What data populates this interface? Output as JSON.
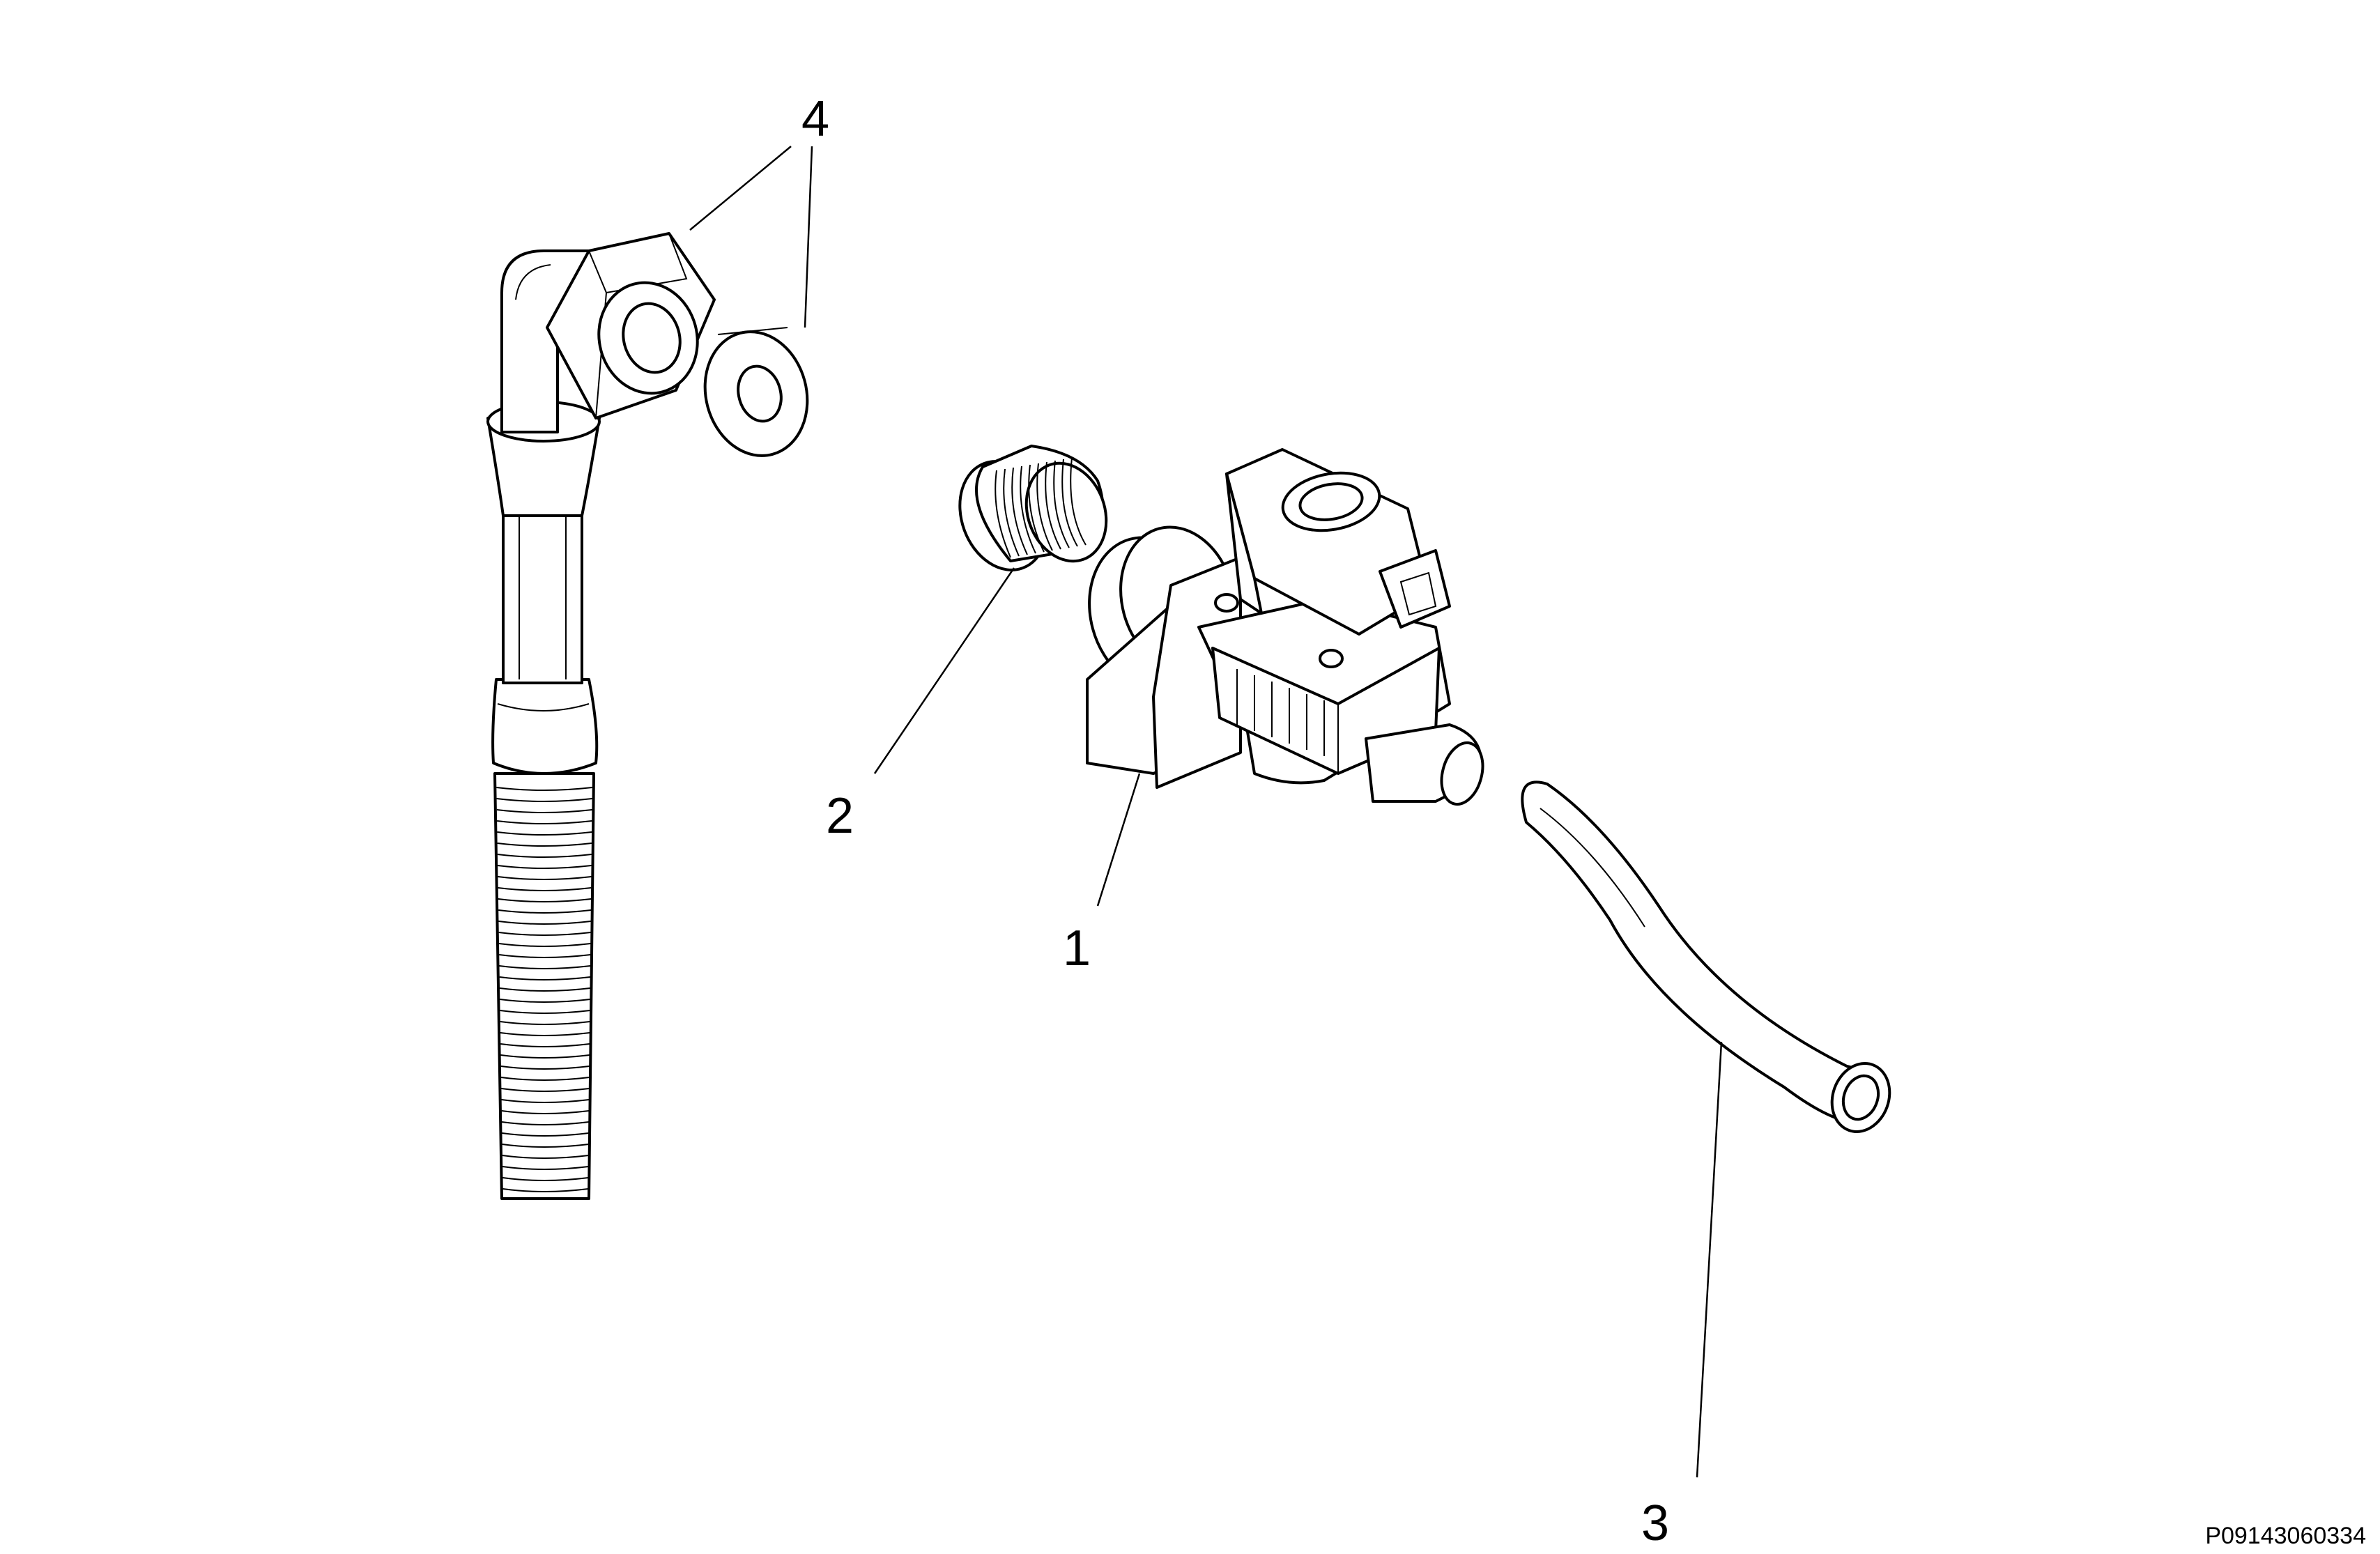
{
  "callouts": {
    "valve": "1",
    "filter": "2",
    "hose": "3",
    "fitting": "4"
  },
  "document_id": "P09143060334",
  "icons": [
    "inlet-hose-drawing",
    "solenoid-valve-drawing",
    "filter-drawing",
    "rubber-hose-drawing",
    "nut-and-washer-drawing"
  ]
}
